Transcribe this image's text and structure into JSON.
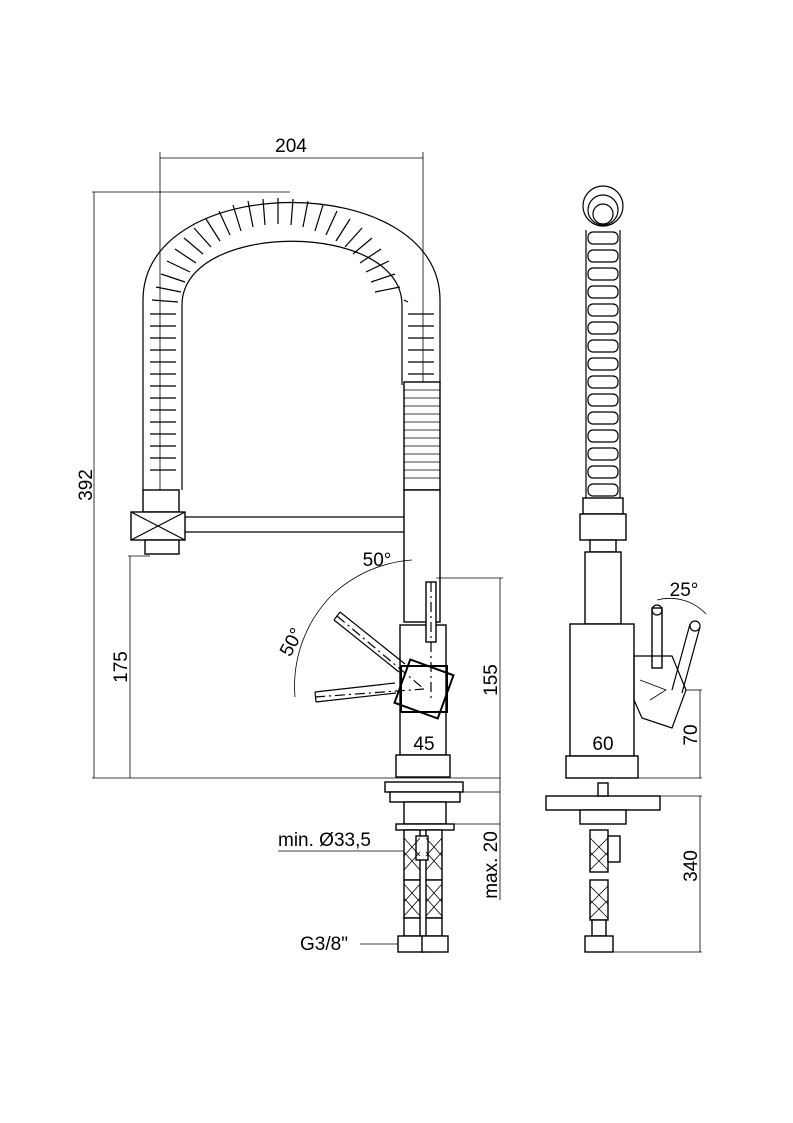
{
  "drawing": {
    "front_view": {
      "dim_width": "204",
      "dim_total_height": "392",
      "dim_spout_height": "175",
      "dim_lever_height": "155",
      "dim_body_width": "45",
      "angle_top": "50°",
      "angle_left": "50°",
      "label_hole": "min. Ø33,5",
      "label_deck": "max. 20",
      "label_thread": "G3/8\""
    },
    "side_view": {
      "angle_lever": "25°",
      "dim_body_depth": "60",
      "dim_lever_base": "70",
      "dim_hose_length": "340"
    }
  }
}
